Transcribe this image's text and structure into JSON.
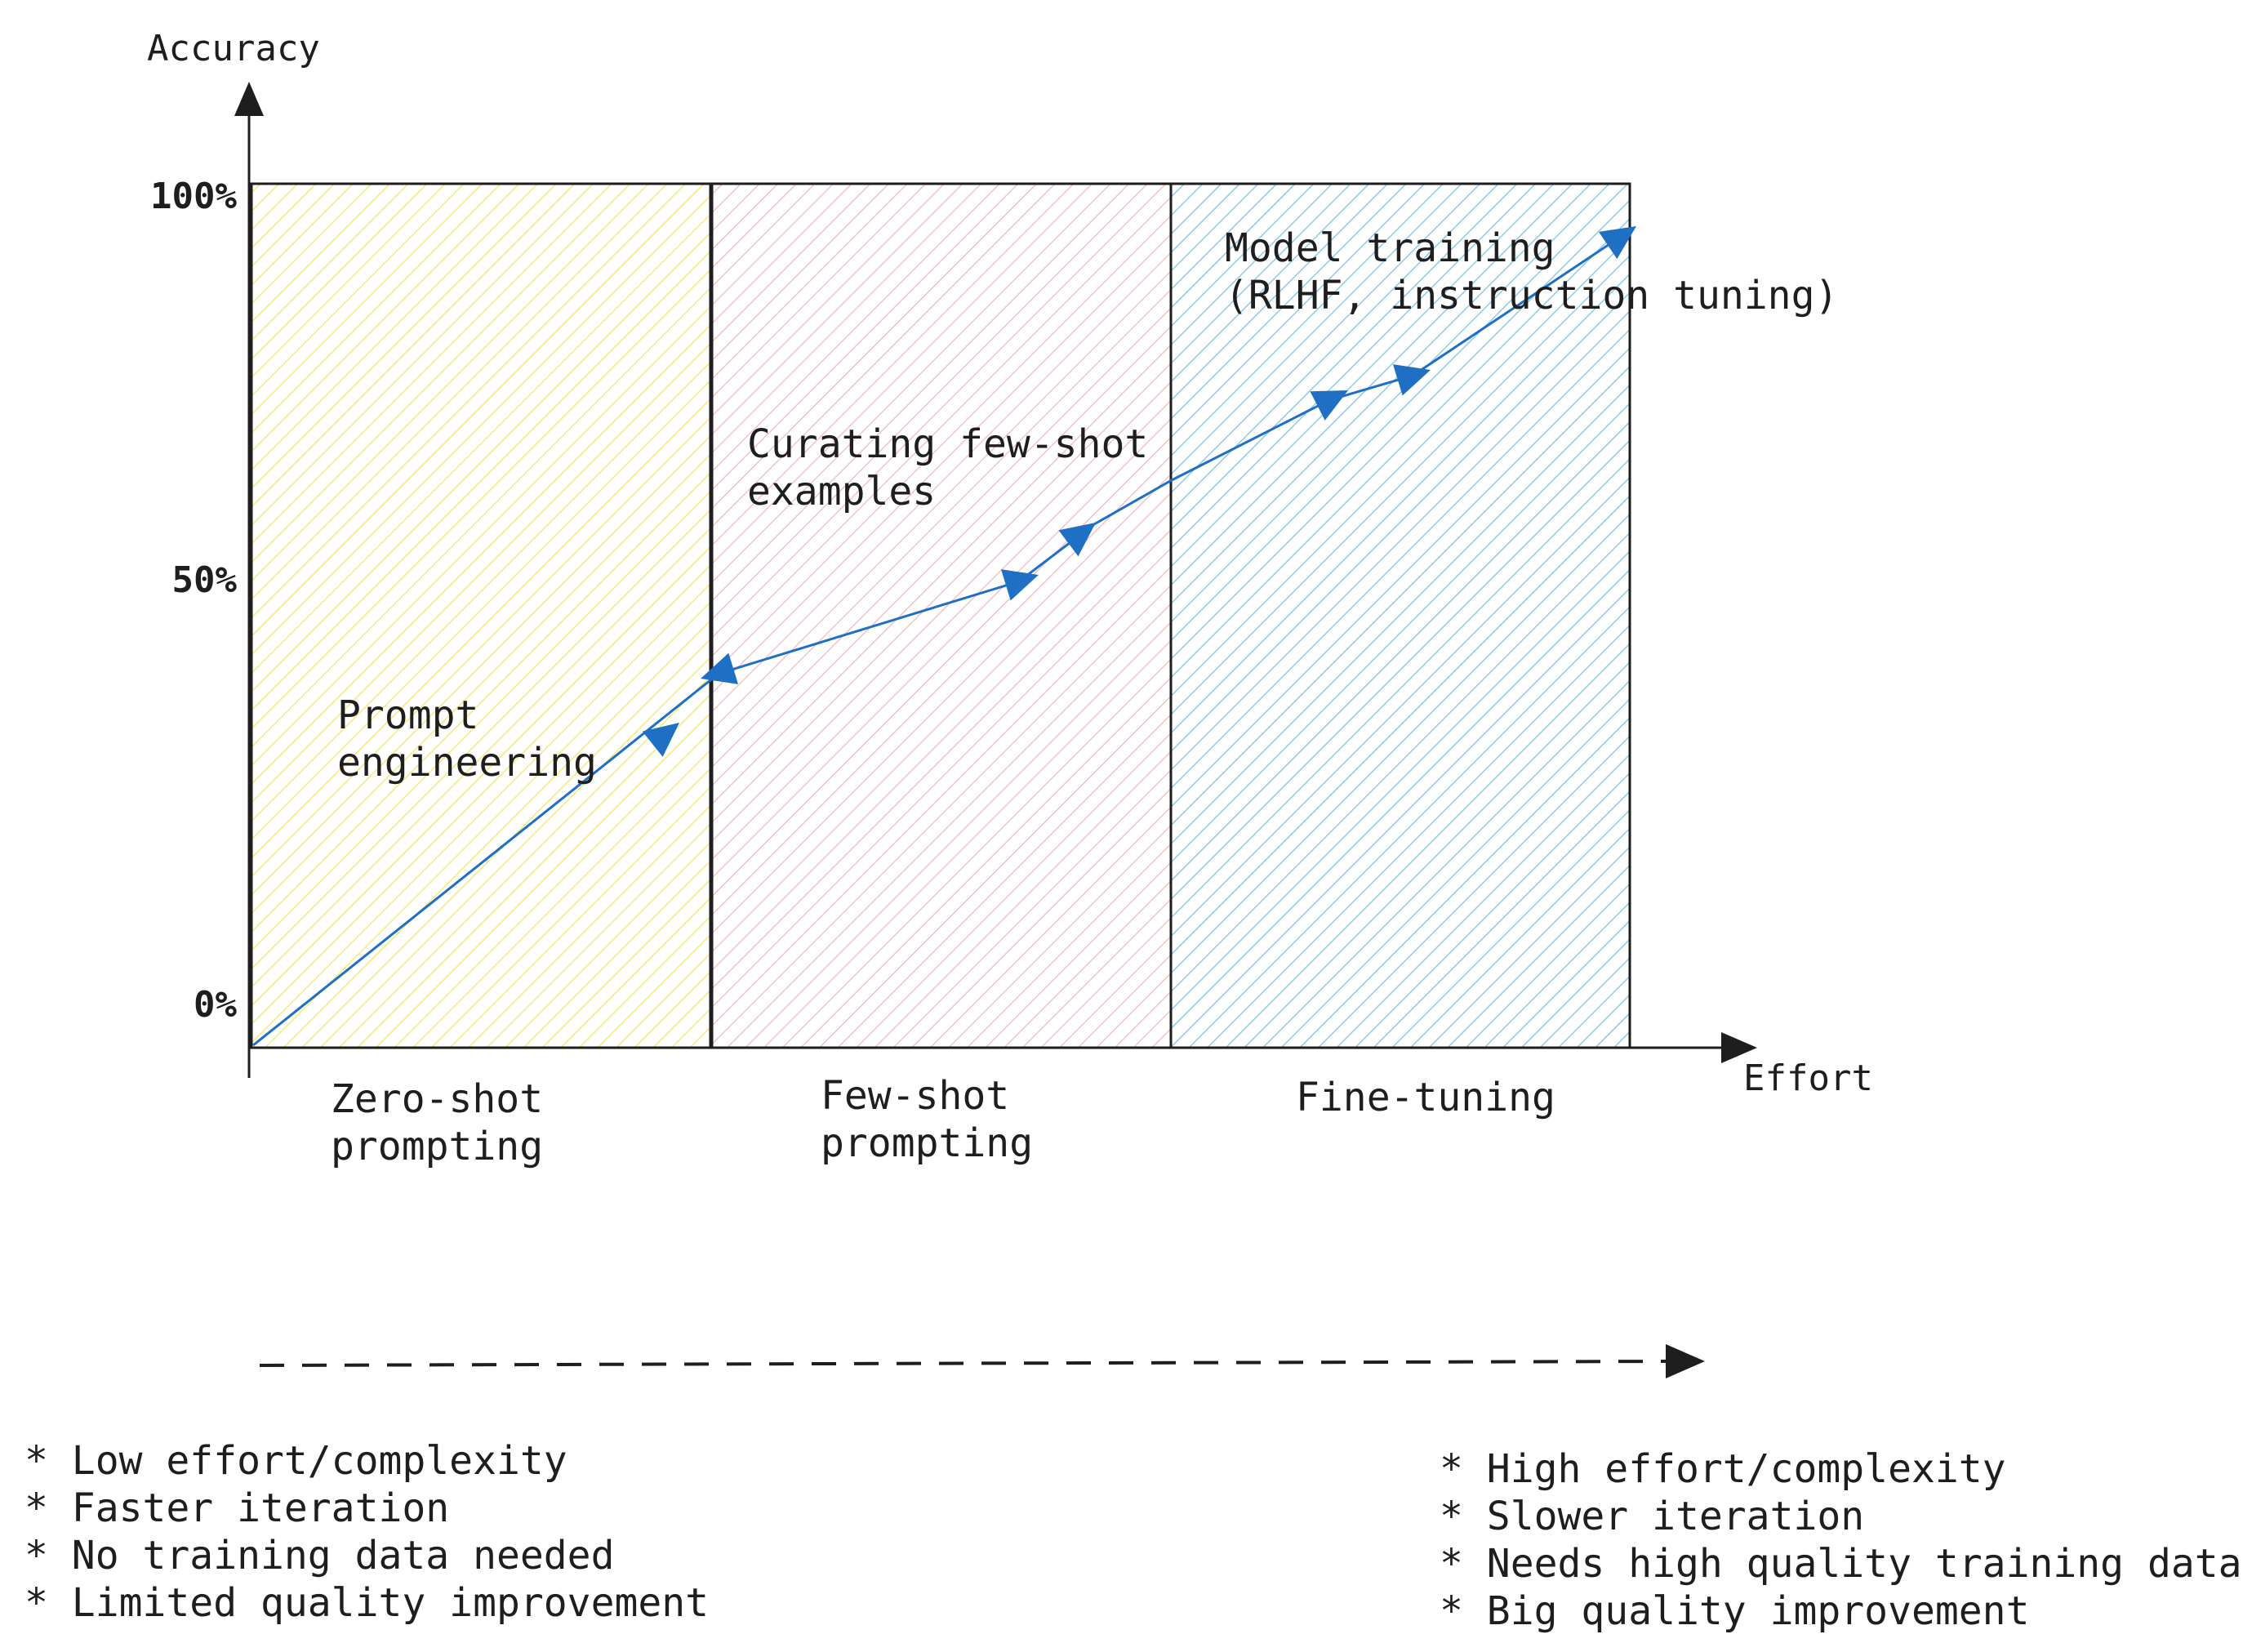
{
  "axes": {
    "y_label": "Accuracy",
    "x_label": "Effort",
    "y_ticks": [
      "100%",
      "50%",
      "0%"
    ]
  },
  "regions": [
    {
      "name": "Prompt\nengineering",
      "stage": "Zero-shot\nprompting",
      "fill": "#f4ea7a"
    },
    {
      "name": "Curating few-shot\nexamples",
      "stage": "Few-shot\nprompting",
      "fill": "#f3b8c4"
    },
    {
      "name": "Model training\n(RLHF, instruction tuning)",
      "stage": "Fine-tuning",
      "fill": "#86c5e6"
    }
  ],
  "notes": {
    "low": [
      "* Low effort/complexity",
      "* Faster iteration",
      "* No training data needed",
      "* Limited quality improvement"
    ],
    "high": [
      "* High effort/complexity",
      "* Slower iteration",
      "* Needs high quality training data",
      "* Big quality improvement"
    ]
  },
  "colors": {
    "curve": "#1f6fc5",
    "axis": "#1e1e1e"
  }
}
